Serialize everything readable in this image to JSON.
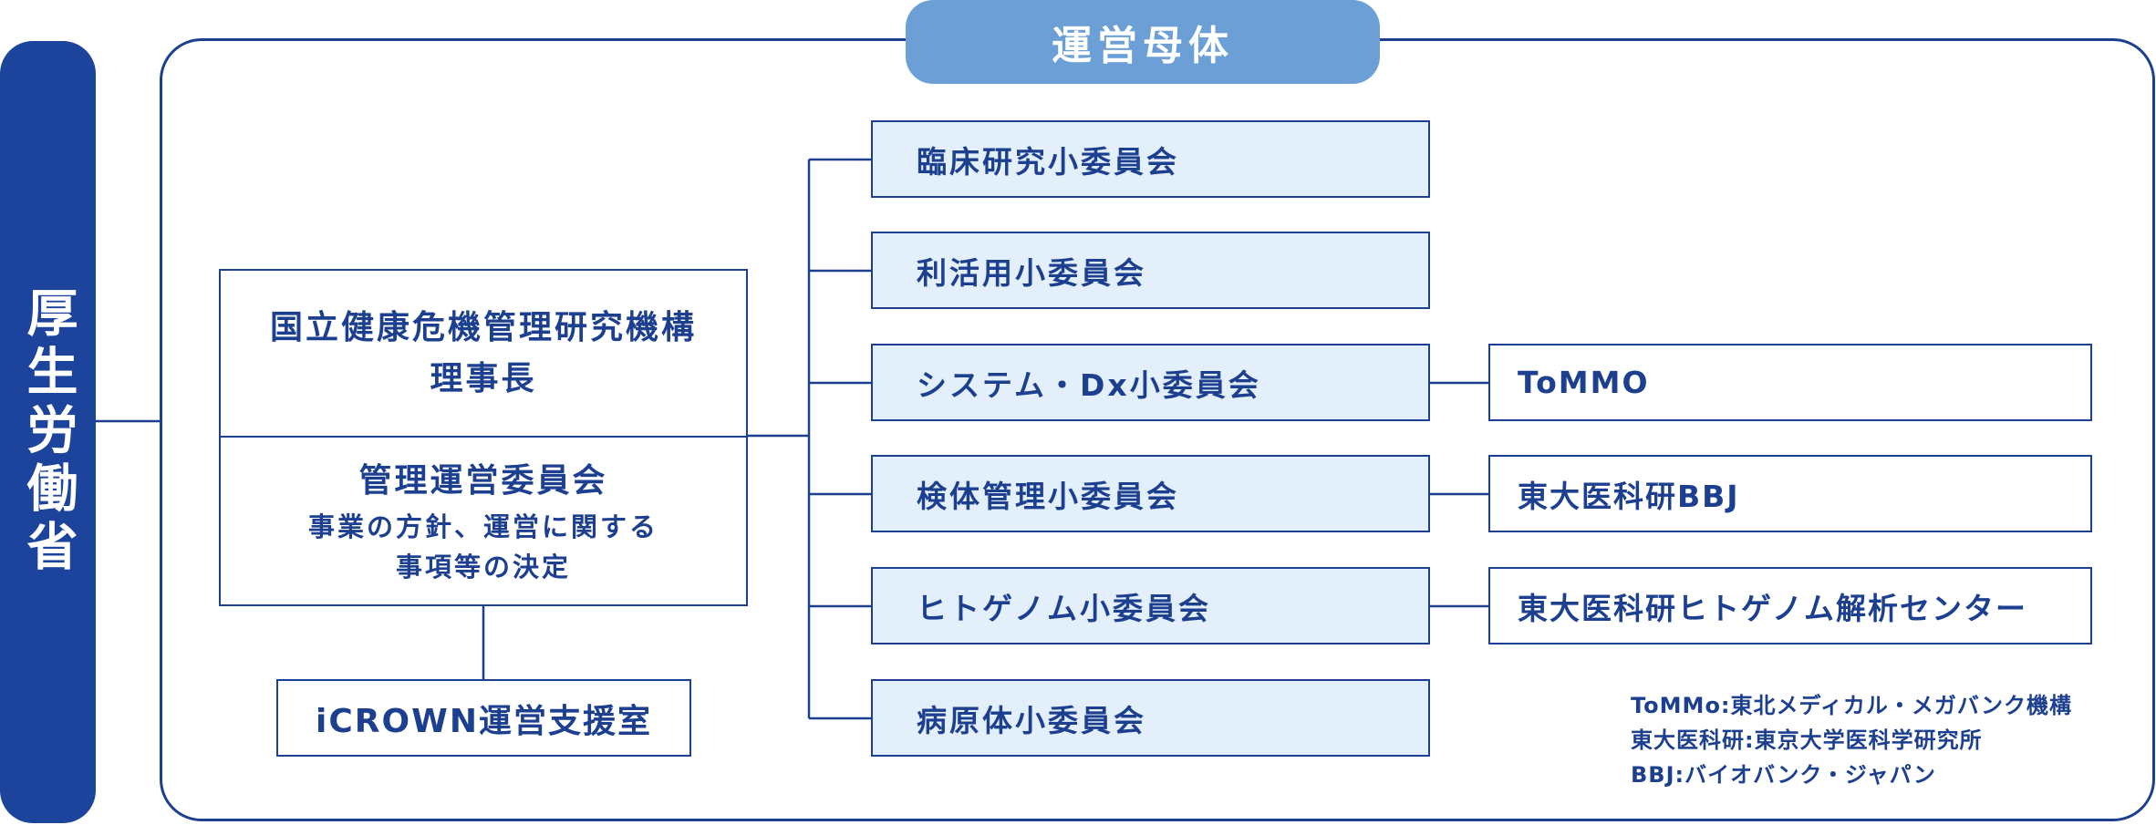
{
  "ministry": "厚生労働省",
  "org_title": "運営母体",
  "head": {
    "line1": "国立健康危機管理研究機構",
    "line2": "理事長",
    "committee": "管理運営委員会",
    "desc_line1": "事業の方針、運営に関する",
    "desc_line2": "事項等の決定"
  },
  "support_office": "iCROWN運営支援室",
  "subcommittees": [
    "臨床研究小委員会",
    "利活用小委員会",
    "システム・Dx小委員会",
    "検体管理小委員会",
    "ヒトゲノム小委員会",
    "病原体小委員会"
  ],
  "institutions": [
    "ToMMO",
    "東大医科研BBJ",
    "東大医科研ヒトゲノム解析センター"
  ],
  "legend": [
    "ToMMo:東北メディカル・メガバンク機構",
    "東大医科研:東京大学医科学研究所",
    "BBJ:バイオバンク・ジャパン"
  ],
  "colors": {
    "navy": "#1c3f8f",
    "ministry_bg": "#1c449c",
    "title_bg": "#6b9fd5",
    "sub_bg": "#e3effa"
  }
}
